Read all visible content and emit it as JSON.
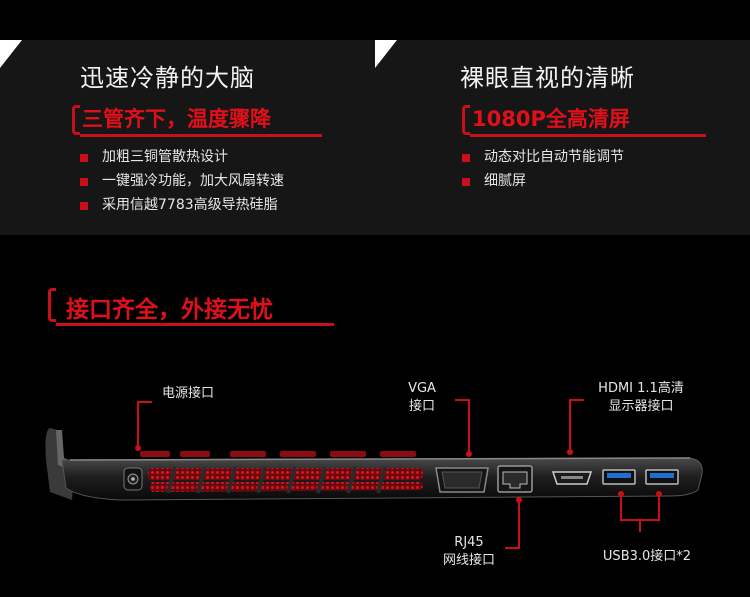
{
  "features": {
    "cooling": {
      "title": "迅速冷静的大脑",
      "subtitle": "三管齐下，温度骤降",
      "bullets": [
        "加粗三铜管散热设计",
        "一键强冷功能，加大风扇转速",
        "采用信越7783高级导热硅脂"
      ]
    },
    "display": {
      "title": "裸眼直视的清晰",
      "subtitle": "1080P全高清屏",
      "bullets": [
        "动态对比自动节能调节",
        "细腻屏"
      ]
    }
  },
  "ports": {
    "title": "接口齐全，外接无忧",
    "labels": {
      "power": "电源接口",
      "vga_line1": "VGA",
      "vga_line2": "接口",
      "hdmi_line1": "HDMI 1.1高清",
      "hdmi_line2": "显示器接口",
      "rj45_line1": "RJ45",
      "rj45_line2": "网线接口",
      "usb": "USB3.0接口*2"
    }
  },
  "colors": {
    "accent": "#c8101a",
    "usb_blue": "#1e6fd0",
    "band": "#161616"
  }
}
